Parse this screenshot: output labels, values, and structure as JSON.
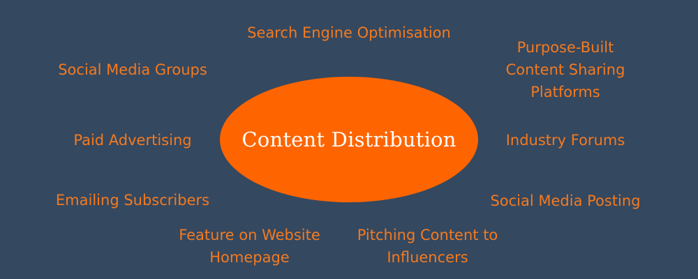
{
  "center": {
    "label": "Content Distribution"
  },
  "channels": {
    "seo": "Search Engine Optimisation",
    "social_groups": "Social Media Groups",
    "purpose_built": "Purpose-Built\nContent Sharing\nPlatforms",
    "paid_ads": "Paid Advertising",
    "forums": "Industry Forums",
    "emailing": "Emailing Subscribers",
    "social_posting": "Social Media Posting",
    "website_feature": "Feature on Website\nHomepage",
    "influencers": "Pitching Content to\nInfluencers"
  },
  "colors": {
    "background": "#344860",
    "accent": "#fe6500",
    "label_text": "#f47a1f",
    "center_text": "#ffffff"
  }
}
